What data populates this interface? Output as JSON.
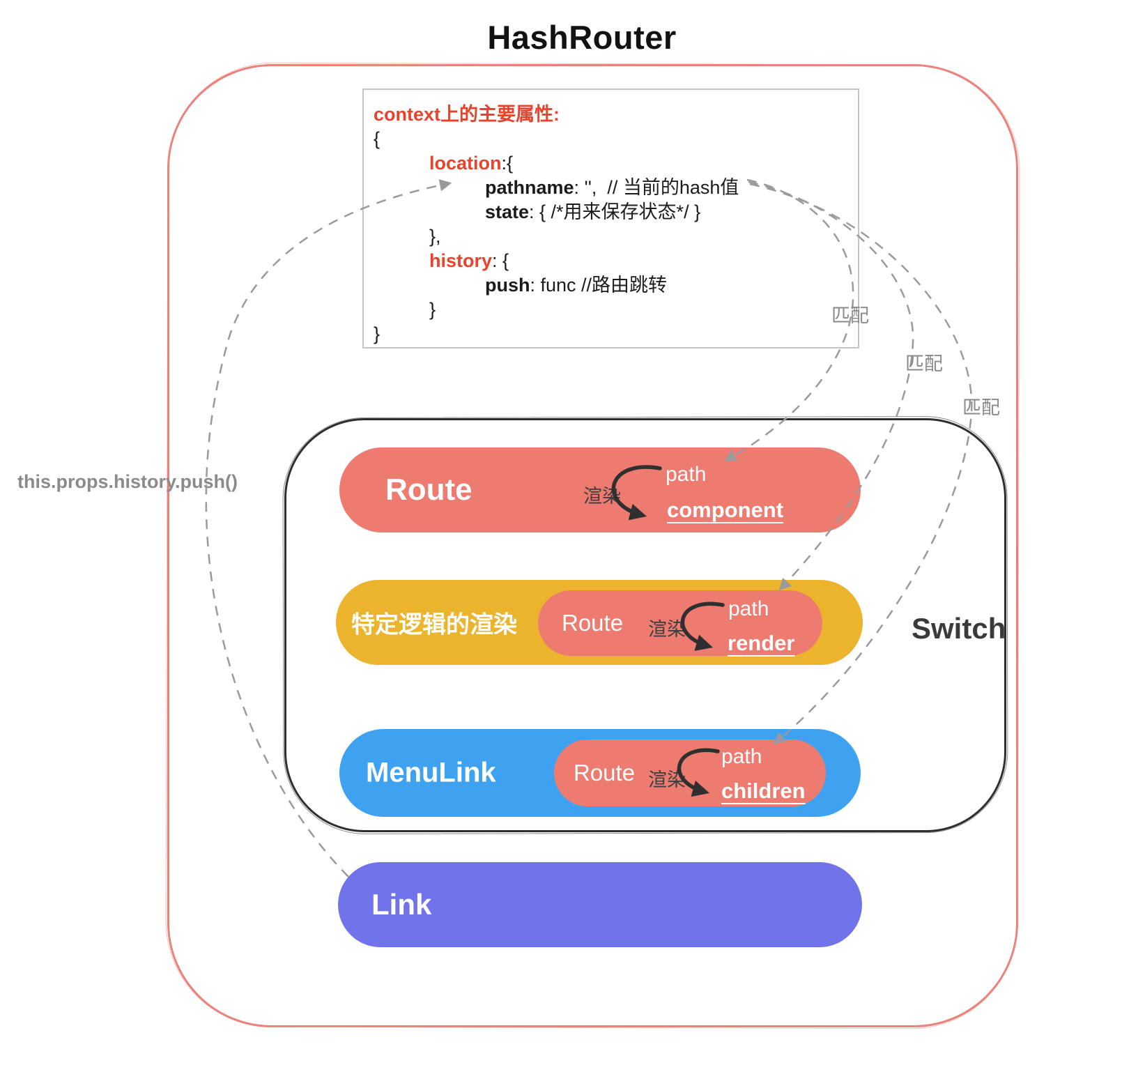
{
  "title": "HashRouter",
  "context_box": {
    "heading": "context上的主要属性:",
    "lines": [
      {
        "segments": [
          {
            "text": "{"
          }
        ]
      },
      {
        "segments": [
          {
            "text": "location"
          },
          {
            "text": ":{"
          }
        ]
      },
      {
        "segments": [
          {
            "text": "pathname"
          },
          {
            "text": ": '',  // 当前的hash值"
          }
        ]
      },
      {
        "segments": [
          {
            "text": "state"
          },
          {
            "text": ": { /*用来保存状态*/ }"
          }
        ]
      },
      {
        "segments": [
          {
            "text": "},"
          }
        ]
      },
      {
        "segments": [
          {
            "text": "history"
          },
          {
            "text": ": {"
          }
        ]
      },
      {
        "segments": [
          {
            "text": "push"
          },
          {
            "text": ": func //路由跳转"
          }
        ]
      },
      {
        "segments": [
          {
            "text": "}"
          }
        ]
      },
      {
        "segments": [
          {
            "text": "}"
          }
        ]
      }
    ]
  },
  "switch_group": {
    "label": "Switch",
    "rows": [
      {
        "title": "Route",
        "render": "渲染",
        "path": "path",
        "target": "component"
      },
      {
        "title": "特定逻辑的渲染",
        "inner_title": "Route",
        "render": "渲染",
        "path": "path",
        "target": "render"
      },
      {
        "title": "MenuLink",
        "inner_title": "Route",
        "render": "渲染",
        "path": "path",
        "target": "children"
      }
    ]
  },
  "link_pill": {
    "label": "Link"
  },
  "annotations": {
    "push_call": "this.props.history.push()",
    "match_labels": [
      "匹配",
      "匹配",
      "匹配"
    ]
  },
  "colors": {
    "salmon": "#ee7b70",
    "yellow": "#ecb42d",
    "blue": "#3fa2f0",
    "purple": "#7173ea",
    "hashrouter_border": "#e9827a",
    "switch_border": "#2e2e2e",
    "keyword_red": "#e8432c",
    "dashed_gray": "#9a9a9a"
  }
}
